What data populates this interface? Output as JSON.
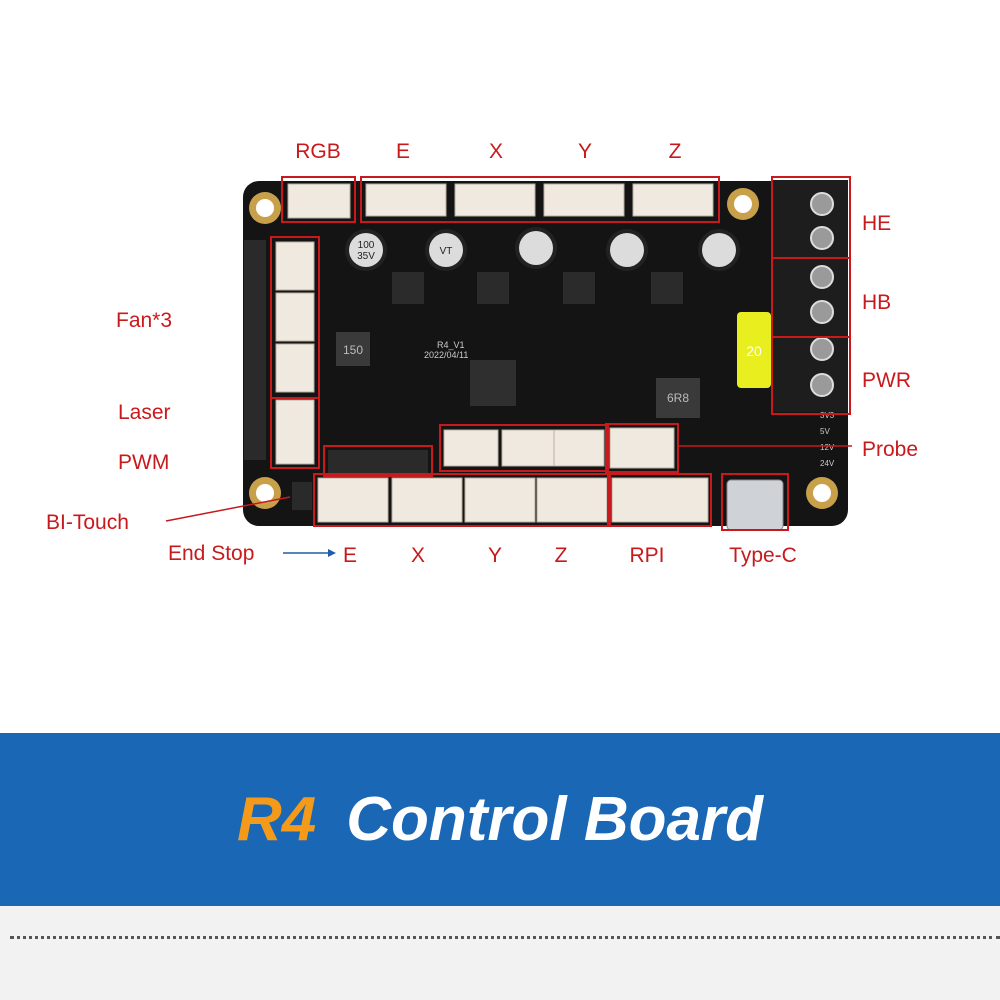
{
  "labels": {
    "top_rgb": "RGB",
    "top_e": "E",
    "top_x": "X",
    "top_y": "Y",
    "top_z": "Z",
    "he": "HE",
    "hb": "HB",
    "pwr": "PWR",
    "fan": "Fan*3",
    "laser": "Laser",
    "pwm": "PWM",
    "bltouch": "BI-Touch",
    "endstop": "End Stop",
    "bottom_e": "E",
    "bottom_x": "X",
    "bottom_y": "Y",
    "bottom_z": "Z",
    "rpi": "RPI",
    "typec": "Type-C",
    "probe": "Probe"
  },
  "board_print": {
    "model": "R4_V1",
    "date": "2022/04/11",
    "inductor_small": "150",
    "inductor_large": "6R8",
    "fuse": "20",
    "cap_text": "100",
    "cap_volt": "35V",
    "cap_mark": "VT",
    "volt_3v3": "3V3",
    "volt_5v": "5V",
    "volt_12v": "12V",
    "volt_24v": "24V"
  },
  "banner": {
    "title_r4": "R4",
    "title_rest": "Control Board"
  },
  "colors": {
    "label_red": "#c8191c",
    "banner_blue": "#1967b5",
    "title_orange": "#f39a1a",
    "pcb": "#141414",
    "connector": "#efe9df",
    "terminal_green": "#1d1d1d"
  }
}
